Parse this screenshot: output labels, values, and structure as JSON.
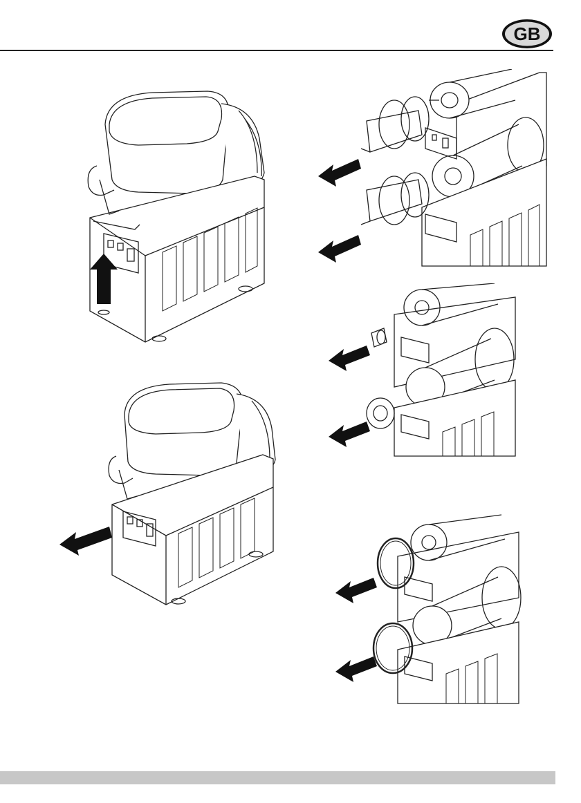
{
  "header": {
    "language_badge": "GB"
  },
  "figures": [
    {
      "id": "fig-1",
      "action": "lift",
      "arrow_icon": "arrow-up-icon"
    },
    {
      "id": "fig-2",
      "action": "pull-out",
      "arrow_icon": "arrow-left-icon"
    },
    {
      "id": "fig-3",
      "action": "remove-evaporator-assembly",
      "arrow_icon": "arrow-left-icon"
    },
    {
      "id": "fig-4",
      "action": "remove-caps",
      "arrow_icon": "arrow-left-icon"
    },
    {
      "id": "fig-5",
      "action": "remove-gaskets",
      "arrow_icon": "arrow-left-icon"
    }
  ],
  "colors": {
    "line": "#222222",
    "arrow": "#111111",
    "footer": "#c7c7c7",
    "badge_fill": "#d9d9d9"
  }
}
